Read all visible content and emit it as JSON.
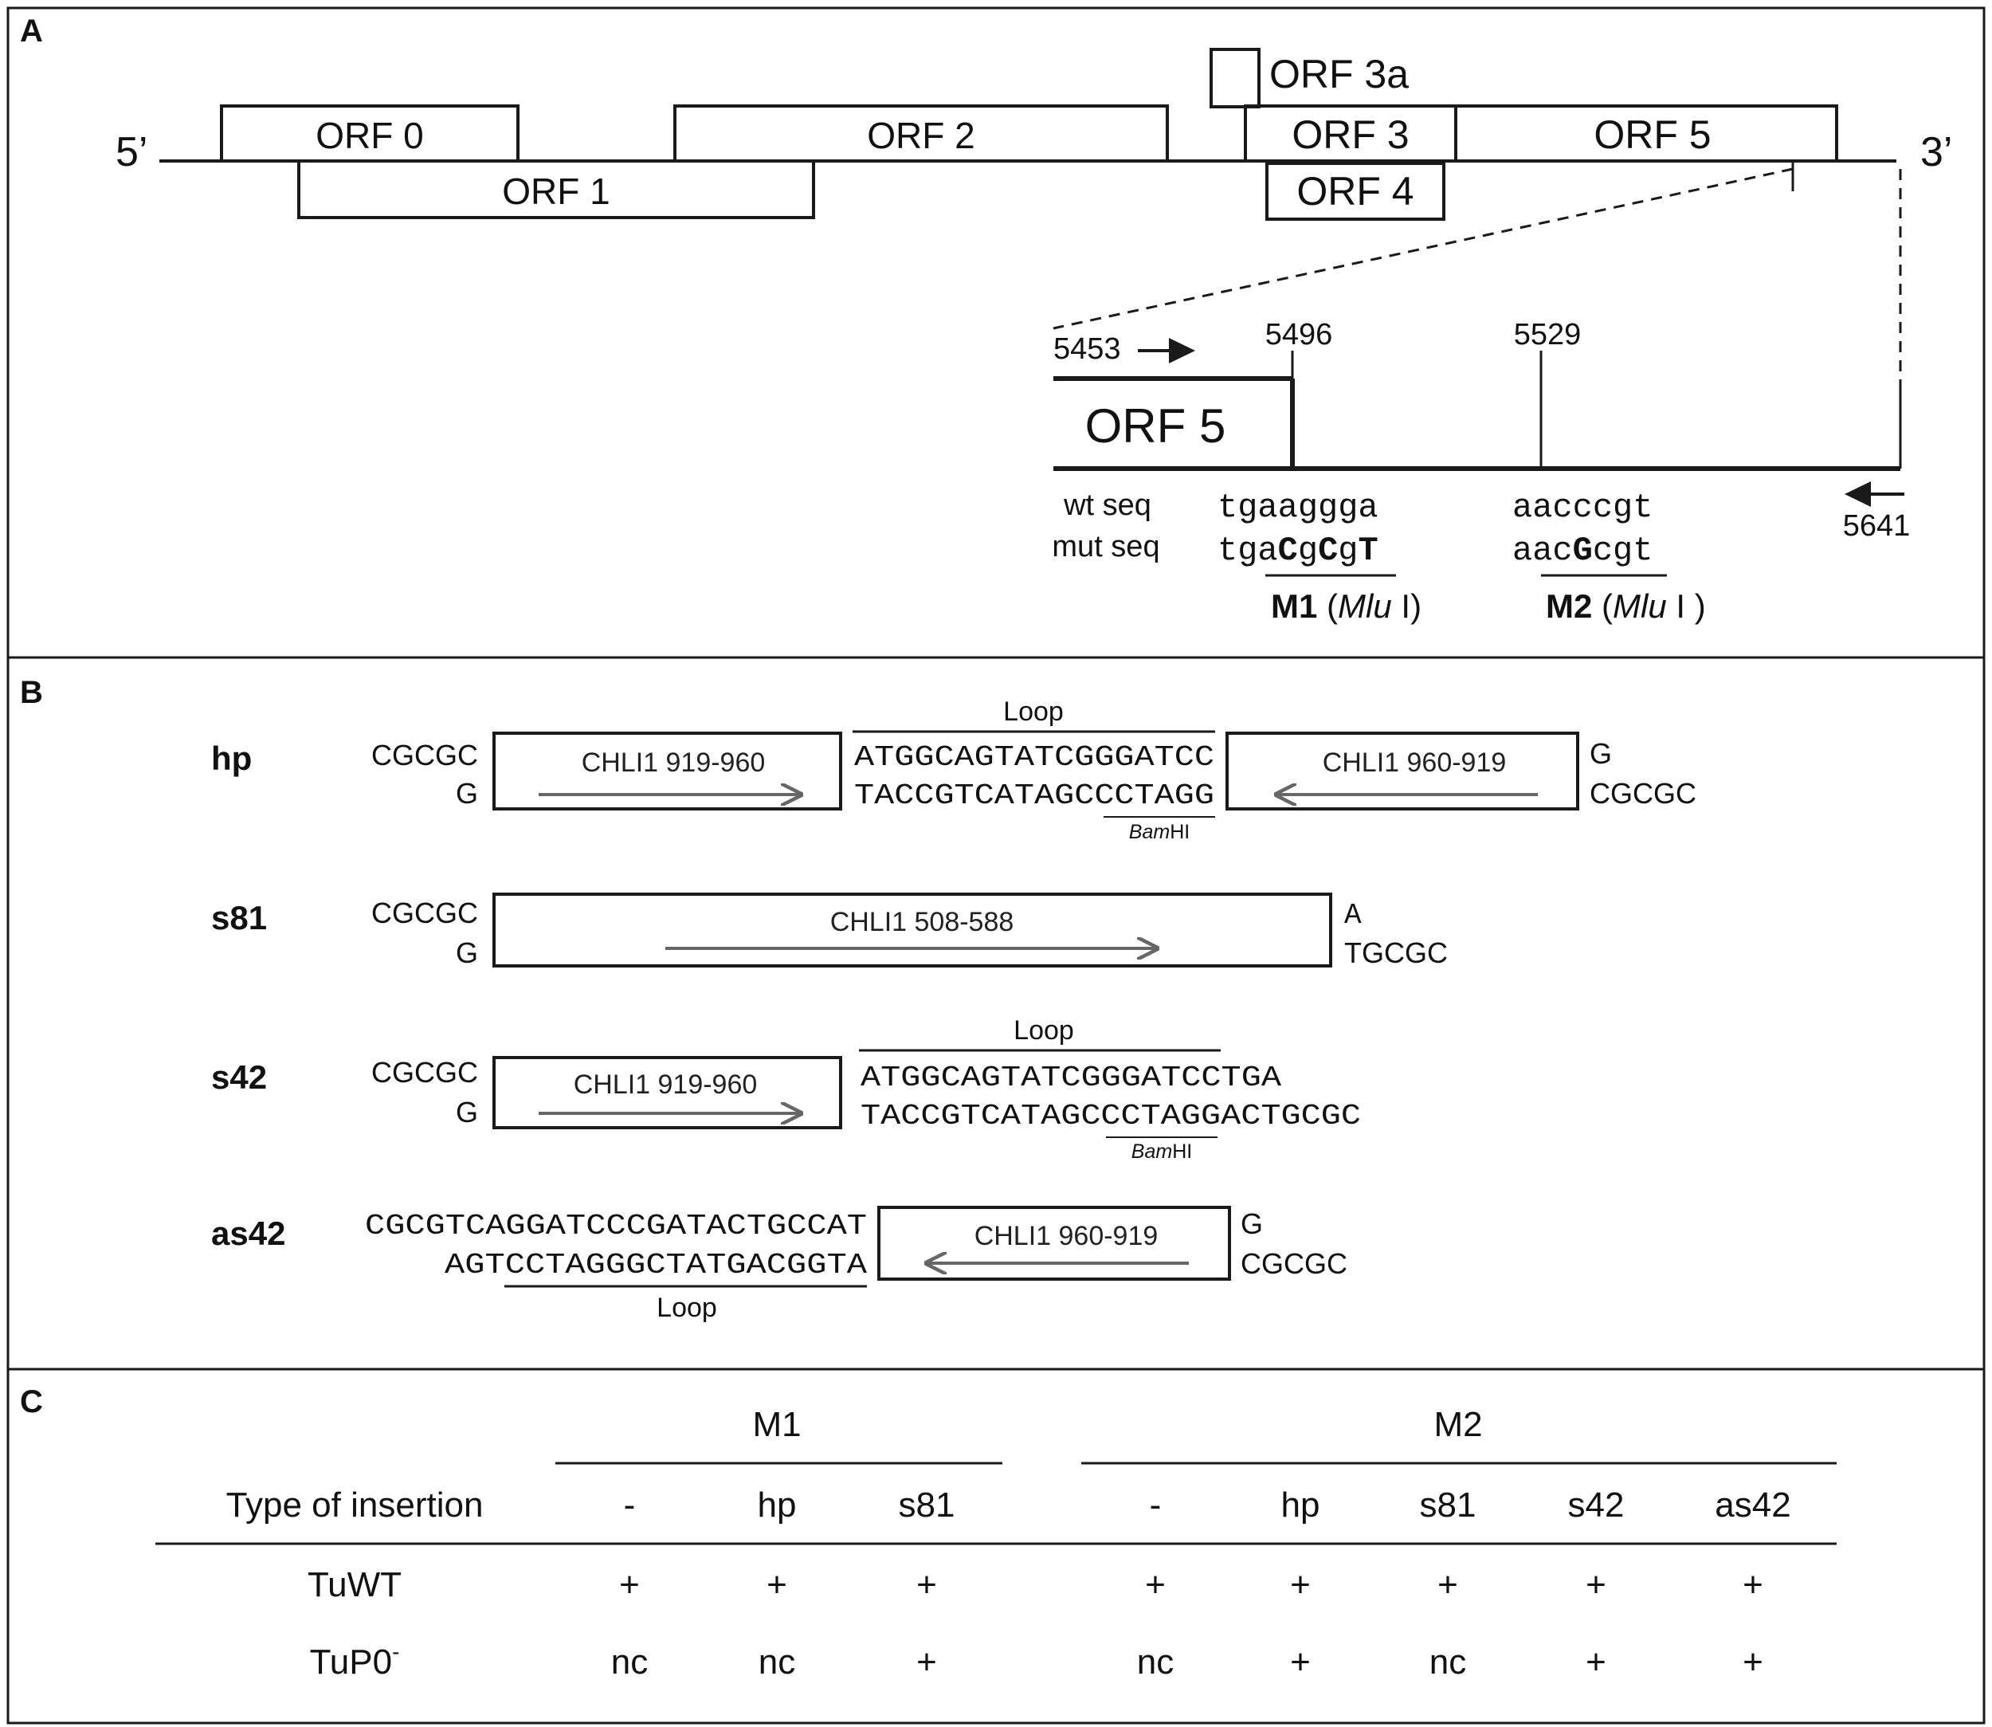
{
  "panels": {
    "a": "A",
    "b": "B",
    "c": "C"
  },
  "genome": {
    "five_prime": "5’",
    "three_prime": "3’",
    "orfs": {
      "orf0": "ORF 0",
      "orf1": "ORF 1",
      "orf2": "ORF 2",
      "orf3": "ORF 3",
      "orf3a": "ORF 3a",
      "orf4": "ORF 4",
      "orf5": "ORF 5"
    }
  },
  "inset": {
    "orf5": "ORF 5",
    "pos_5453": "5453",
    "pos_5496": "5496",
    "pos_5529": "5529",
    "pos_5641": "5641",
    "wt_label": "wt seq",
    "mut_label": "mut seq",
    "m1_wt": "tgaaggga",
    "m1_mut_a": "tga",
    "m1_mut_b": "C",
    "m1_mut_c": "g",
    "m1_mut_d": "C",
    "m1_mut_e": "g",
    "m1_mut_f": "T",
    "m2_wt": "aacccgt",
    "m2_mut_a": "aac",
    "m2_mut_b": "G",
    "m2_mut_c": "cgt",
    "m1_name": "M1",
    "m2_name": "M2",
    "enzyme": "Mlu",
    "enzyme_suffix": " I",
    "paren_open": "(",
    "paren_close": ")"
  },
  "constructs": {
    "hp": {
      "name": "hp",
      "left_top": "CGCGC",
      "left_bottom": "G",
      "box1": "CHLI1 919-960",
      "loop": "Loop",
      "seq_top": "ATGGCAGTATCGGGATCC",
      "seq_bottom": "TACCGTCATAGCCCTAGG",
      "site": "Bam",
      "site_suffix": "HI",
      "box2": "CHLI1 960-919",
      "right_top": "G",
      "right_bottom": "CGCGC"
    },
    "s81": {
      "name": "s81",
      "left_top": "CGCGC",
      "left_bottom": "G",
      "box": "CHLI1 508-588",
      "right_top": "A",
      "right_bottom": "TGCGC"
    },
    "s42": {
      "name": "s42",
      "left_top": "CGCGC",
      "left_bottom": "G",
      "box": "CHLI1 919-960",
      "loop": "Loop",
      "seq_top": "ATGGCAGTATCGGGATCCTGA",
      "seq_bottom": "TACCGTCATAGCCCTAGGACTGCGC",
      "site": "Bam",
      "site_suffix": "HI"
    },
    "as42": {
      "name": "as42",
      "seq_top": "CGCGTCAGGATCCCGATACTGCCAT",
      "seq_bottom": "AGTCCTAGGGCTATGACGGTA",
      "loop": "Loop",
      "box": "CHLI1 960-919",
      "right_top": "G",
      "right_bottom": "CGCGC"
    }
  },
  "table": {
    "group_m1": "M1",
    "group_m2": "M2",
    "row_header": "Type of insertion",
    "columns": [
      "-",
      "hp",
      "s81",
      "-",
      "hp",
      "s81",
      "s42",
      "as42"
    ],
    "rows": [
      {
        "name": "TuWT",
        "sup": "",
        "values": [
          "+",
          "+",
          "+",
          "+",
          "+",
          "+",
          "+",
          "+"
        ]
      },
      {
        "name": "TuP0",
        "sup": "-",
        "values": [
          "nc",
          "nc",
          "+",
          "nc",
          "+",
          "nc",
          "+",
          "+"
        ]
      }
    ]
  },
  "colors": {
    "line": "#1a1a1a",
    "arrow_gray": "#666666"
  }
}
